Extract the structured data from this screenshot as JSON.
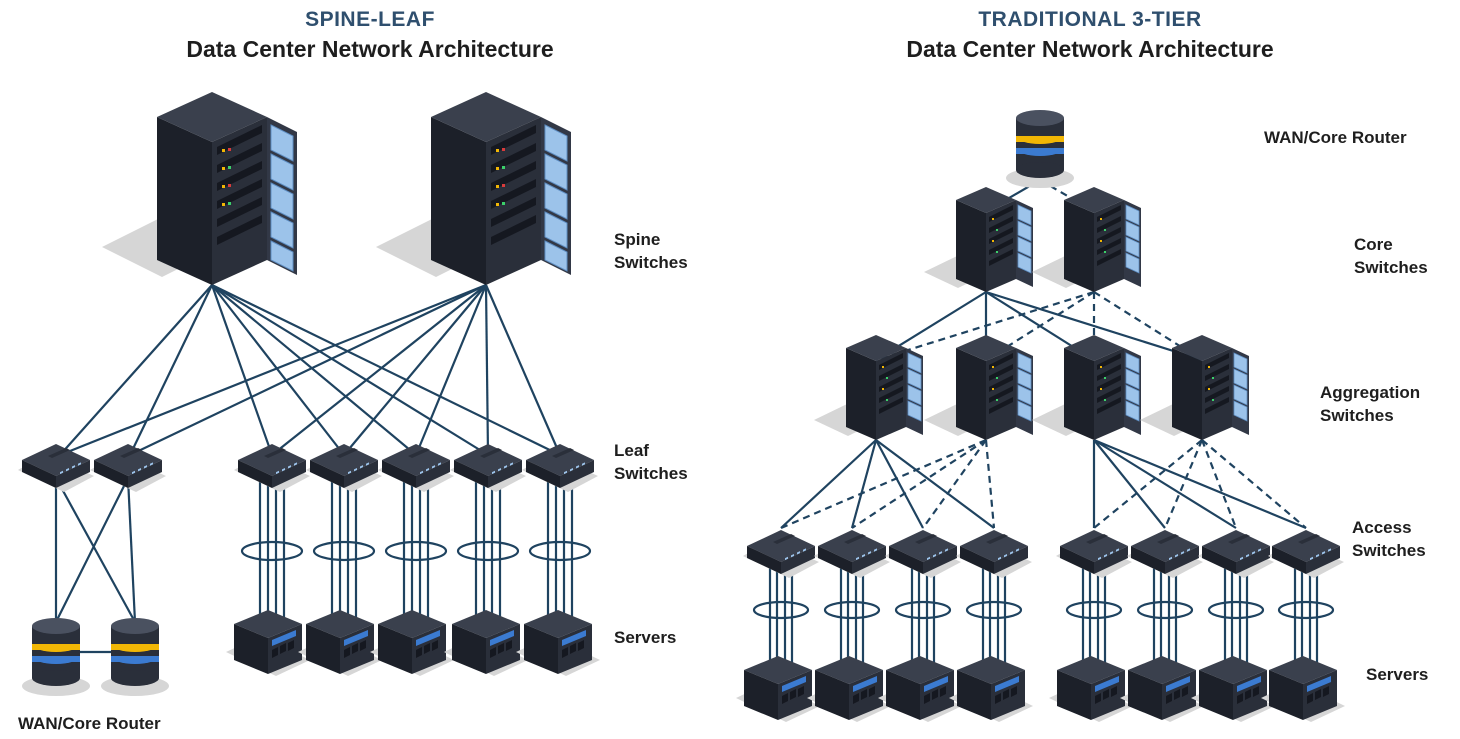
{
  "left": {
    "title": "SPINE-LEAF",
    "subtitle": "Data Center Network Architecture",
    "labels": {
      "spine": "Spine\nSwitches",
      "leaf": "Leaf\nSwitches",
      "servers": "Servers",
      "router": "WAN/Core Router"
    }
  },
  "right": {
    "title": "TRADITIONAL 3-TIER",
    "subtitle": "Data Center Network Architecture",
    "labels": {
      "router": "WAN/Core Router",
      "core": "Core\nSwitches",
      "aggregation": "Aggregation\nSwitches",
      "access": "Access\nSwitches",
      "servers": "Servers"
    }
  },
  "colors": {
    "title_accent": "#2f4f6e",
    "link": "#1f4360",
    "rack_body": "#2a2f3a",
    "rack_glass": "#9cc3ea",
    "router_band_blue": "#3b7bd1",
    "router_band_yellow": "#f2b705",
    "shadow": "#d6d6d6"
  },
  "icons": {
    "spine_switch": "server-rack-icon",
    "leaf_switch": "switch-appliance-icon",
    "server": "server-box-icon",
    "router": "router-cylinder-icon"
  }
}
